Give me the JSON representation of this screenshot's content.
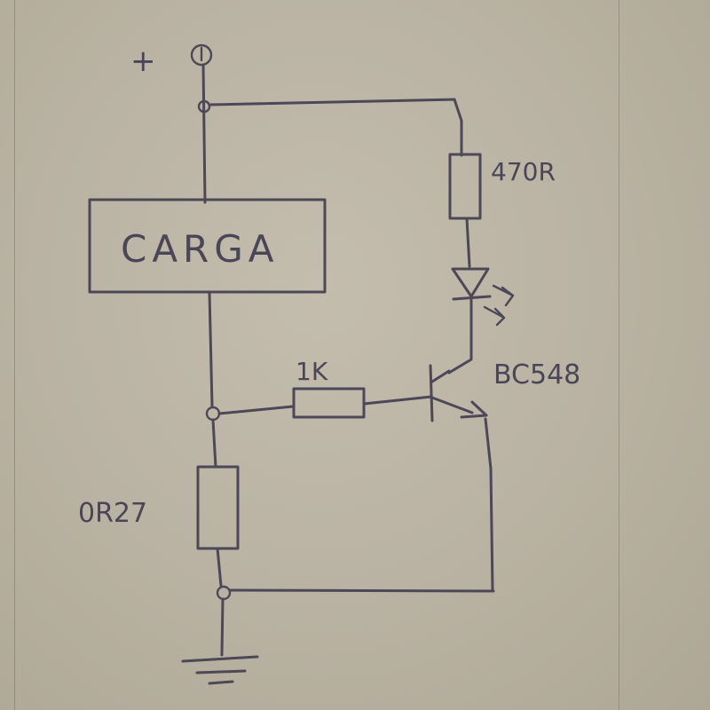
{
  "labels": {
    "supply_sign": "+",
    "load": "CARGA",
    "led_resistor": "470R",
    "base_resistor": "1K",
    "transistor": "BC548",
    "sense_resistor": "0R27"
  },
  "colors": {
    "ink": "#4c4858",
    "paper": "#bdb6a6"
  }
}
